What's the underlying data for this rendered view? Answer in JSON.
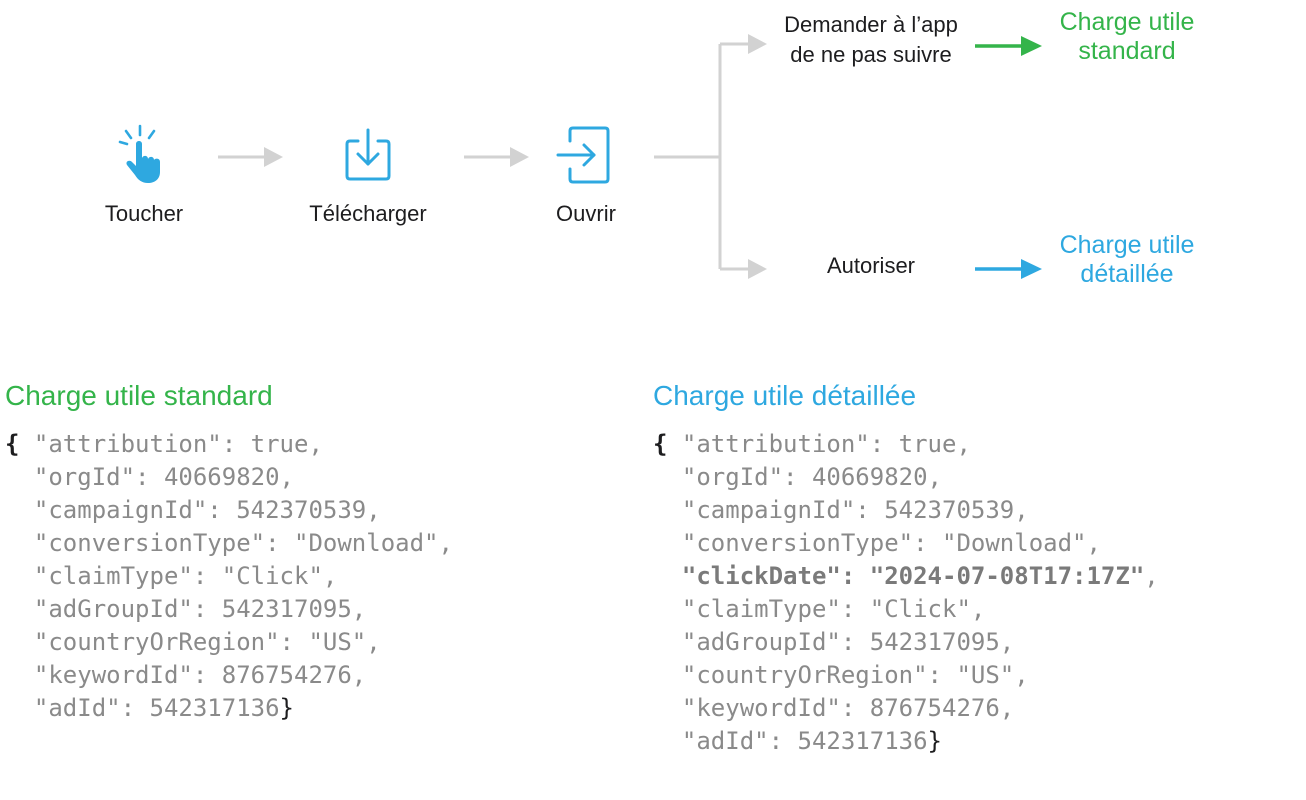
{
  "flow": {
    "steps": [
      {
        "label": "Toucher",
        "icon": "tap-hand-icon"
      },
      {
        "label": "Télécharger",
        "icon": "download-icon"
      },
      {
        "label": "Ouvrir",
        "icon": "open-app-icon"
      }
    ],
    "branches": {
      "top": {
        "label_line1": "Demander à l’app",
        "label_line2": "de ne pas suivre",
        "result_line1": "Charge utile",
        "result_line2": "standard"
      },
      "bottom": {
        "label": "Autoriser",
        "result_line1": "Charge utile",
        "result_line2": "détaillée"
      }
    }
  },
  "colors": {
    "green": "#34b44a",
    "blue": "#2ea8e0",
    "arrow_gray": "#d2d2d2"
  },
  "standard": {
    "title": "Charge utile standard",
    "open_brace": "{",
    "close_brace": "}",
    "lines": [
      "\"attribution\": true,",
      "\"orgId\": 40669820,",
      "\"campaignId\": 542370539,",
      "\"conversionType\": \"Download\",",
      "\"claimType\": \"Click\",",
      "\"adGroupId\": 542317095,",
      "\"countryOrRegion\": \"US\",",
      "\"keywordId\": 876754276,",
      "\"adId\": 542317136"
    ]
  },
  "detailed": {
    "title": "Charge utile détaillée",
    "open_brace": "{",
    "close_brace": "}",
    "lines": [
      "\"attribution\": true,",
      "\"orgId\": 40669820,",
      "\"campaignId\": 542370539,",
      "\"conversionType\": \"Download\",",
      "\"clickDate\": \"2024-07-08T17:17Z\",",
      "\"claimType\": \"Click\",",
      "\"adGroupId\": 542317095,",
      "\"countryOrRegion\": \"US\",",
      "\"keywordId\": 876754276,",
      "\"adId\": 542317136"
    ],
    "bold_line_index": 4,
    "bold_text": "\"clickDate\": \"2024-07-08T17:17Z\"",
    "bold_suffix": ","
  }
}
